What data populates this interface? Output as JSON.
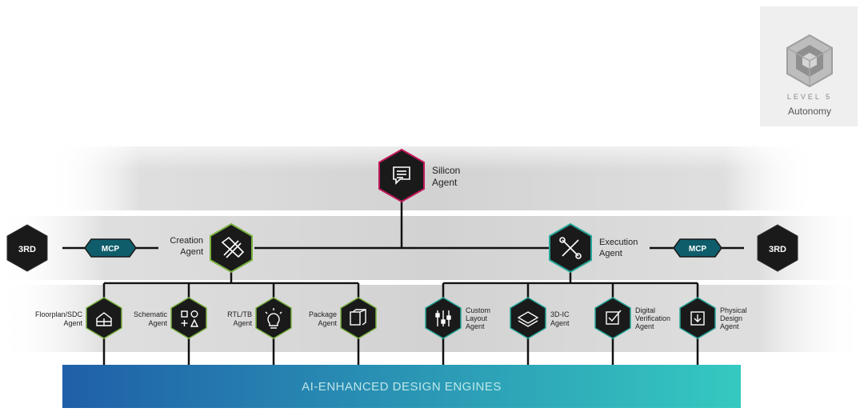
{
  "level_badge": {
    "level": "LEVEL 5",
    "label": "Autonomy",
    "icon": "cube-lattice-icon"
  },
  "silicon_agent": {
    "line1": "Silicon",
    "line2": "Agent",
    "icon": "chat-document-icon",
    "accent": "#c2185b"
  },
  "creation_agent": {
    "line1": "Creation",
    "line2": "Agent",
    "icon": "pencil-ruler-icon",
    "accent": "#7cb342"
  },
  "execution_agent": {
    "line1": "Execution",
    "line2": "Agent",
    "icon": "wrench-screwdriver-icon",
    "accent": "#26a69a"
  },
  "third_party": {
    "left": "3RD",
    "right": "3RD"
  },
  "mcp": {
    "left": "MCP",
    "right": "MCP",
    "color": "#0f5d6b"
  },
  "creation_children": [
    {
      "lines": [
        "Floorplan/SDC",
        "Agent"
      ],
      "icon": "floorplan-icon"
    },
    {
      "lines": [
        "Schematic",
        "Agent"
      ],
      "icon": "shapes-icon"
    },
    {
      "lines": [
        "RTL/TB",
        "Agent"
      ],
      "icon": "lightbulb-icon"
    },
    {
      "lines": [
        "Package",
        "Agent"
      ],
      "icon": "package-icon"
    }
  ],
  "execution_children": [
    {
      "lines": [
        "Custom",
        "Layout",
        "Agent"
      ],
      "icon": "sliders-icon"
    },
    {
      "lines": [
        "3D-IC",
        "Agent"
      ],
      "icon": "layers-icon"
    },
    {
      "lines": [
        "Digital",
        "Verification",
        "Agent"
      ],
      "icon": "checkbox-icon"
    },
    {
      "lines": [
        "Physical",
        "Design",
        "Agent"
      ],
      "icon": "download-box-icon"
    }
  ],
  "engines_bar": {
    "label": "AI-ENHANCED DESIGN ENGINES",
    "gradient_start": "#1f5fa8",
    "gradient_end": "#35c9c0"
  }
}
